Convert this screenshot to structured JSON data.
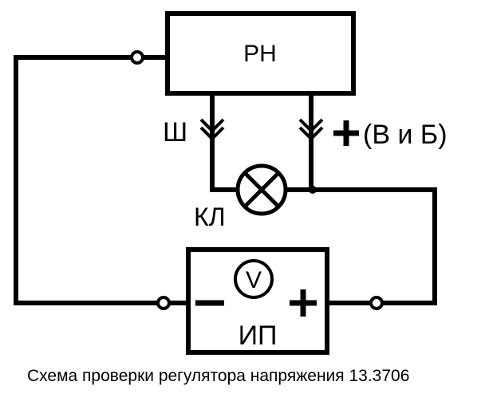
{
  "diagram": {
    "regulator_label": "РН",
    "supply_label": "ИП",
    "voltmeter_symbol": "V",
    "minus_sign": "−",
    "plus_sign": "+",
    "connector_sh_label": "Ш",
    "connector_plus_label": "+",
    "connector_plus_sublabel": "(В и Б)",
    "lamp_label": "КЛ"
  },
  "caption": "Схема проверки регулятора напряжения 13.3706"
}
